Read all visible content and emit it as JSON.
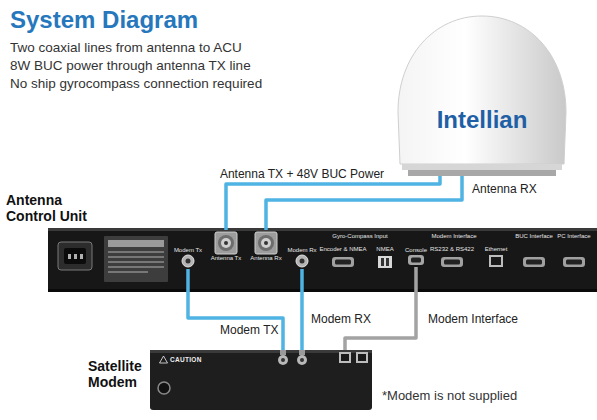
{
  "diagram": {
    "title": "System Diagram",
    "nodes": [
      {
        "text": [
          "Intellian"
        ]
      },
      {
        "text": [
          "Antenna Control Unit"
        ]
      },
      {
        "text": [
          "Modem Tx"
        ],
        "in": 1
      },
      {
        "text": [
          "Antenna Tx"
        ],
        "in": 1
      },
      {
        "text": [
          "Antenna Rx"
        ],
        "in": 1
      },
      {
        "text": [
          "Modem Rx"
        ],
        "in": 1
      },
      {
        "text": [
          "Console"
        ],
        "in": 1
      },
      {
        "text": [
          "Satellite Modem",
          "CAUTION"
        ]
      }
    ],
    "edges": [
      {
        "from": 0,
        "to": 3,
        "arrow": "none",
        "label": "Antenna TX + 48V BUC Power"
      },
      {
        "from": 0,
        "to": 4,
        "arrow": "none",
        "label": "Antenna RX"
      },
      {
        "from": 2,
        "to": 7,
        "arrow": "none",
        "label": "Modem TX"
      },
      {
        "from": 5,
        "to": 7,
        "arrow": "none",
        "label": "Modem RX"
      },
      {
        "from": 6,
        "to": 7,
        "arrow": "none",
        "label": "Modem Interface"
      }
    ],
    "labels": [
      "Two coaxial lines from antenna to ACU",
      "8W BUC power through antenna TX line",
      "No ship gyrocompass connection required",
      "Gyro-Compass Input",
      "Encoder & NMEA",
      "NMEA",
      "Modem Interface",
      "RS232 & RS422",
      "Ethernet",
      "BUC Interface",
      "PC Interface",
      "*Modem is not supplied"
    ]
  }
}
